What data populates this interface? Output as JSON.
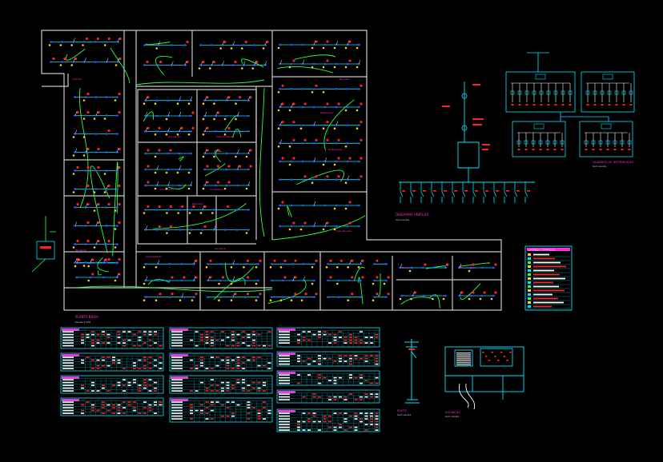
{
  "colors": {
    "background": "#000000",
    "walls": "#c8c8c8",
    "cyan": "#00e5ff",
    "magenta": "#ff2bd6",
    "red": "#ff2020",
    "green": "#30ff40",
    "blue": "#2a4bff",
    "yellow": "#ffd020",
    "white": "#ffffff"
  },
  "floor_plan": {
    "room_labels": [
      "Cozinha",
      "Circulação",
      "Sala de Espera",
      "Consultório",
      "Consultório",
      "Enfermaria",
      "Enfermaria",
      "Depósito",
      "Farmácia",
      "Banheiro",
      "Banheiro",
      "Administração",
      "Recepção",
      "Almoxarifado",
      "Área Técnica"
    ],
    "caption_title": "PLANTA BAIXA",
    "caption_scale": "Escala 1:100"
  },
  "unifilar": {
    "title": "DIAGRAMA UNIFILAR",
    "subtitle": "Sem escala"
  },
  "panel_diagram": {
    "title": "QUADROS DE DISTRIBUIÇÃO",
    "subtitle": "Sem escala"
  },
  "legend": {
    "title": "LEGENDA / SÍMBOLOS"
  },
  "pole_detail": {
    "title": "POSTE",
    "subtitle": "Sem escala"
  },
  "elevation_detail": {
    "title": "ELEVAÇÃO",
    "subtitle": "Sem escala"
  }
}
